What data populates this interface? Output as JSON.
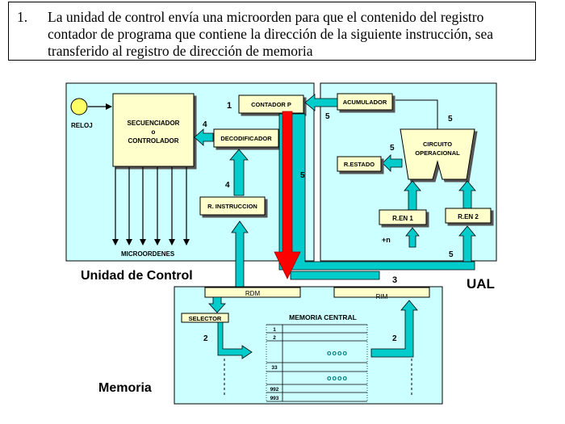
{
  "step": {
    "number": "1.",
    "text": "La unidad de control envía una microorden para que el contenido del registro contador de programa que contiene la dirección de la siguiente instrucción, sea transferido al registro de dirección de memoria"
  },
  "diagram": {
    "regions": {
      "control_unit": "Unidad de Control",
      "alu": "UAL",
      "memory": "Memoria"
    },
    "blocks": {
      "clock": "RELOJ",
      "sequencer": [
        "SECUENCIADOR",
        "o",
        "CONTROLADOR"
      ],
      "program_counter": "CONTADOR P",
      "decoder": "DECODIFICADOR",
      "instruction_register": "R. INSTRUCCION",
      "micro_orders": "MICROORDENES",
      "accumulator": "ACUMULADOR",
      "operational_circuit": [
        "CIRCUITO",
        "OPERACIONAL"
      ],
      "status_register": "R.ESTADO",
      "input_register_1": "R.EN 1",
      "input_register_2": "R.EN 2",
      "plus_n": "+n",
      "mar": "RDM",
      "mbr": "RIM",
      "selector": "SELECTOR",
      "main_memory": "MEMORIA CENTRAL"
    },
    "memory_addresses": [
      "1",
      "2",
      "33",
      "992",
      "993"
    ],
    "ellipsis": "oooo",
    "step_labels": {
      "pc": "1",
      "dec": "4",
      "ri": "4",
      "alu_left": "5",
      "alu_right": "5",
      "estado": "5",
      "vertical": "5",
      "bottom": "5",
      "bus3": "3",
      "mem_left": "2",
      "mem_right": "2"
    },
    "colors": {
      "panel": "#ccffff",
      "yellow": "#ffffcc",
      "cyan": "#00cccc",
      "red": "#ff0000"
    }
  }
}
